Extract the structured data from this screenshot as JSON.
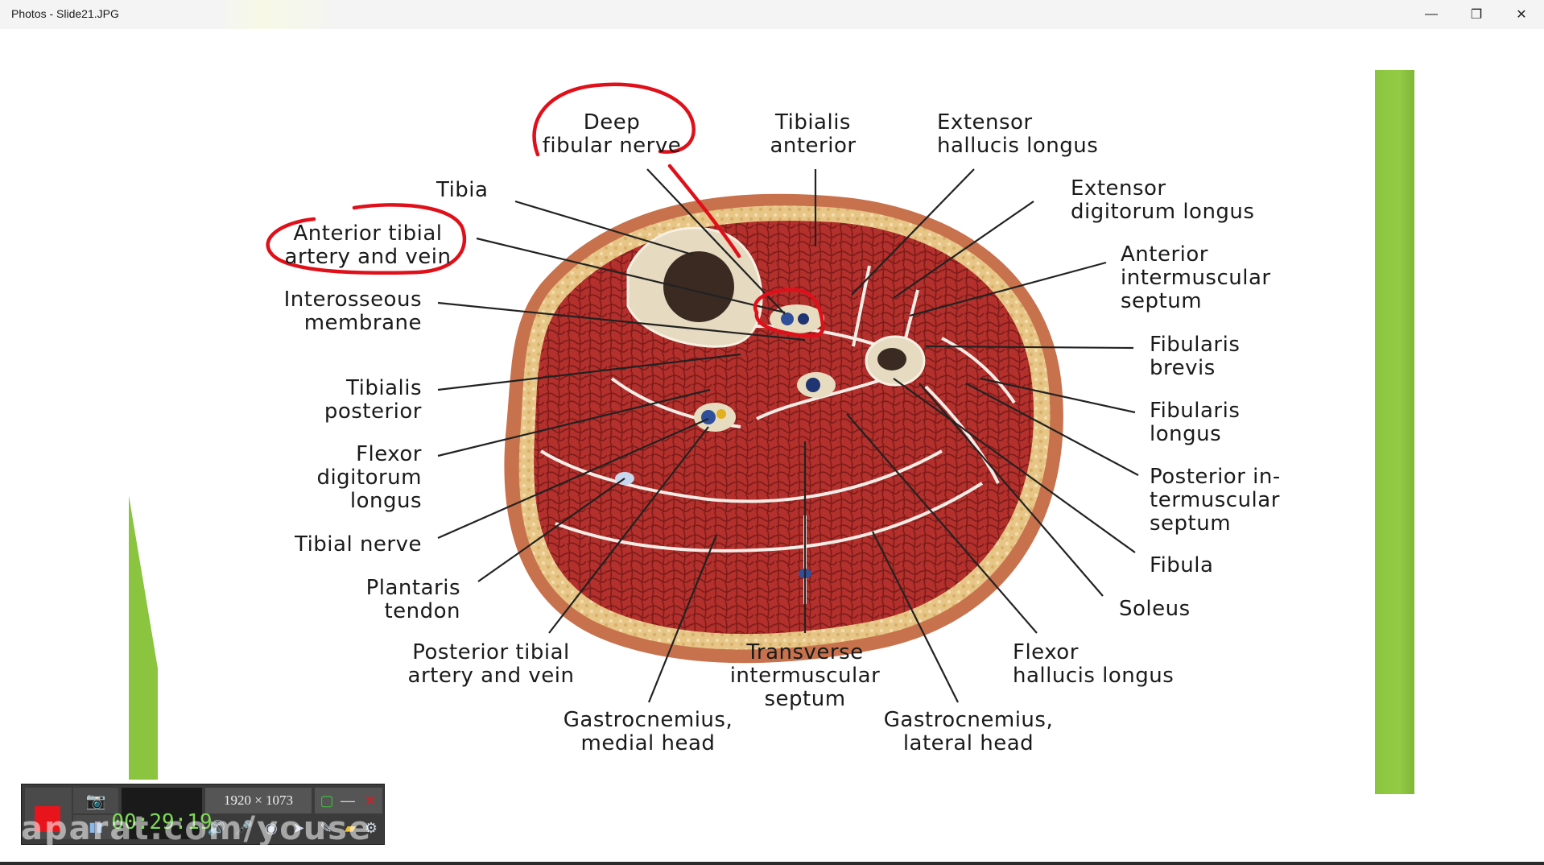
{
  "window": {
    "title": "Photos - Slide21.JPG",
    "minimize_glyph": "—",
    "restore_glyph": "❐",
    "close_glyph": "✕"
  },
  "colors": {
    "accent_green": "#8bc53f",
    "annotation_red": "#e0101a",
    "muscle": "#b8302f",
    "bone": "#e8dcc0",
    "fat": "#e8c98a"
  },
  "labels": {
    "deep_fibular_nerve": [
      "Deep",
      "fibular nerve"
    ],
    "tibialis_anterior": [
      "Tibialis",
      "anterior"
    ],
    "extensor_hallucis_longus": [
      "Extensor",
      "hallucis longus"
    ],
    "tibia": [
      "Tibia"
    ],
    "extensor_digitorum_longus": [
      "Extensor",
      "digitorum longus"
    ],
    "anterior_tibial_artery_vein": [
      "Anterior tibial",
      "artery and vein"
    ],
    "anterior_intermuscular_septum": [
      "Anterior",
      "intermuscular",
      "septum"
    ],
    "interosseous_membrane": [
      "Interosseous",
      "membrane"
    ],
    "fibularis_brevis": [
      "Fibularis",
      "brevis"
    ],
    "tibialis_posterior": [
      "Tibialis",
      "posterior"
    ],
    "fibularis_longus": [
      "Fibularis",
      "longus"
    ],
    "flexor_digitorum_longus": [
      "Flexor",
      "digitorum",
      "longus"
    ],
    "posterior_intermuscular_septum": [
      "Posterior in-",
      "termuscular",
      "septum"
    ],
    "tibial_nerve": [
      "Tibial nerve"
    ],
    "fibula": [
      "Fibula"
    ],
    "plantaris_tendon": [
      "Plantaris",
      "tendon"
    ],
    "soleus": [
      "Soleus"
    ],
    "posterior_tibial_artery_vein": [
      "Posterior tibial",
      "artery and vein"
    ],
    "transverse_intermuscular_septum": [
      "Transverse",
      "intermuscular",
      "septum"
    ],
    "flexor_hallucis_longus": [
      "Flexor",
      "hallucis longus"
    ],
    "gastrocnemius_medial": [
      "Gastrocnemius,",
      "medial head"
    ],
    "gastrocnemius_lateral": [
      "Gastrocnemius,",
      "lateral head"
    ]
  },
  "recorder": {
    "timer": "00:29:19",
    "resolution": "1920 × 1073",
    "watermark": "aparat.com/youse"
  }
}
